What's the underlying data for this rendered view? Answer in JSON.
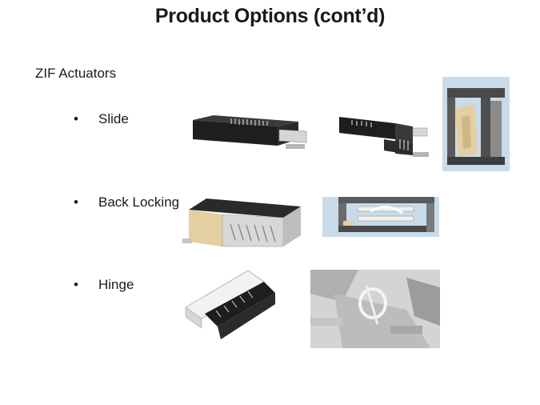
{
  "slide": {
    "title": "Product Options (cont’d)",
    "section_heading": "ZIF Actuators",
    "bullet_symbol": "•",
    "bullets": [
      {
        "label": "Slide"
      },
      {
        "label": "Back Locking"
      },
      {
        "label": "Hinge"
      }
    ]
  },
  "images": [
    {
      "name": "slide-connector-angled-render",
      "row": "Slide"
    },
    {
      "name": "slide-connector-side-render",
      "row": "Slide"
    },
    {
      "name": "slide-connector-cross-section",
      "row": "Slide"
    },
    {
      "name": "back-locking-connector-render",
      "row": "Back Locking"
    },
    {
      "name": "back-locking-cross-section",
      "row": "Back Locking"
    },
    {
      "name": "hinge-connector-render",
      "row": "Hinge"
    },
    {
      "name": "hinge-cross-section",
      "row": "Hinge"
    }
  ],
  "colors": {
    "text": "#1a1a1a",
    "connector_black": "#1e1e1e",
    "connector_tan": "#e3cf9f",
    "section_background": "#c9dbe9",
    "metal_gray": "#9a9a9a"
  }
}
